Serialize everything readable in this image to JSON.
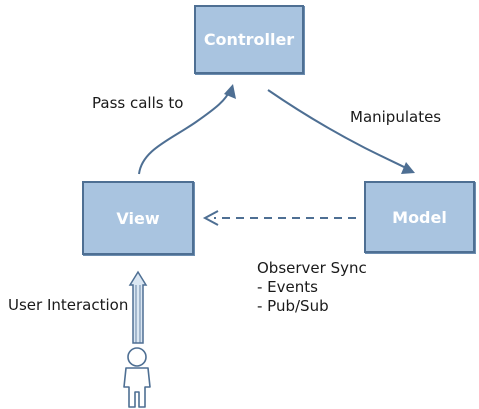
{
  "nodes": {
    "controller": "Controller",
    "view": "View",
    "model": "Model"
  },
  "edges": {
    "view_to_controller": "Pass calls to",
    "controller_to_model": "Manipulates",
    "user_to_view": "User Interaction",
    "model_to_view": {
      "title": "Observer Sync",
      "items": [
        "- Events",
        "- Pub/Sub"
      ]
    }
  },
  "colors": {
    "node_fill": "#a9c4e0",
    "node_border": "#4e6f93",
    "arrow": "#4e6f93"
  },
  "icons": {
    "user": "person-icon"
  }
}
